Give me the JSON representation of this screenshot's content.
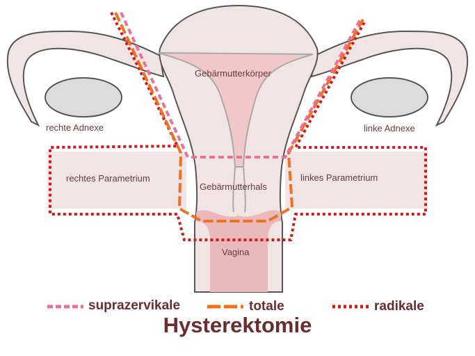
{
  "labels": {
    "body": "Gebärmutterkörper",
    "cervix": "Gebärmutterhals",
    "vagina": "Vagina",
    "right_adnexa": "rechte Adnexe",
    "left_adnexa": "linke Adnexe",
    "right_parametrium": "rechtes Parametrium",
    "left_parametrium": "linkes Parametrium"
  },
  "legend": [
    {
      "label": "suprazervikale",
      "color": "#e8709a",
      "style": "dashed-short"
    },
    {
      "label": "totale",
      "color": "#f07020",
      "style": "dashed-long"
    },
    {
      "label": "radikale",
      "color": "#d81818",
      "style": "dotted"
    }
  ],
  "title": "Hysterektomie"
}
